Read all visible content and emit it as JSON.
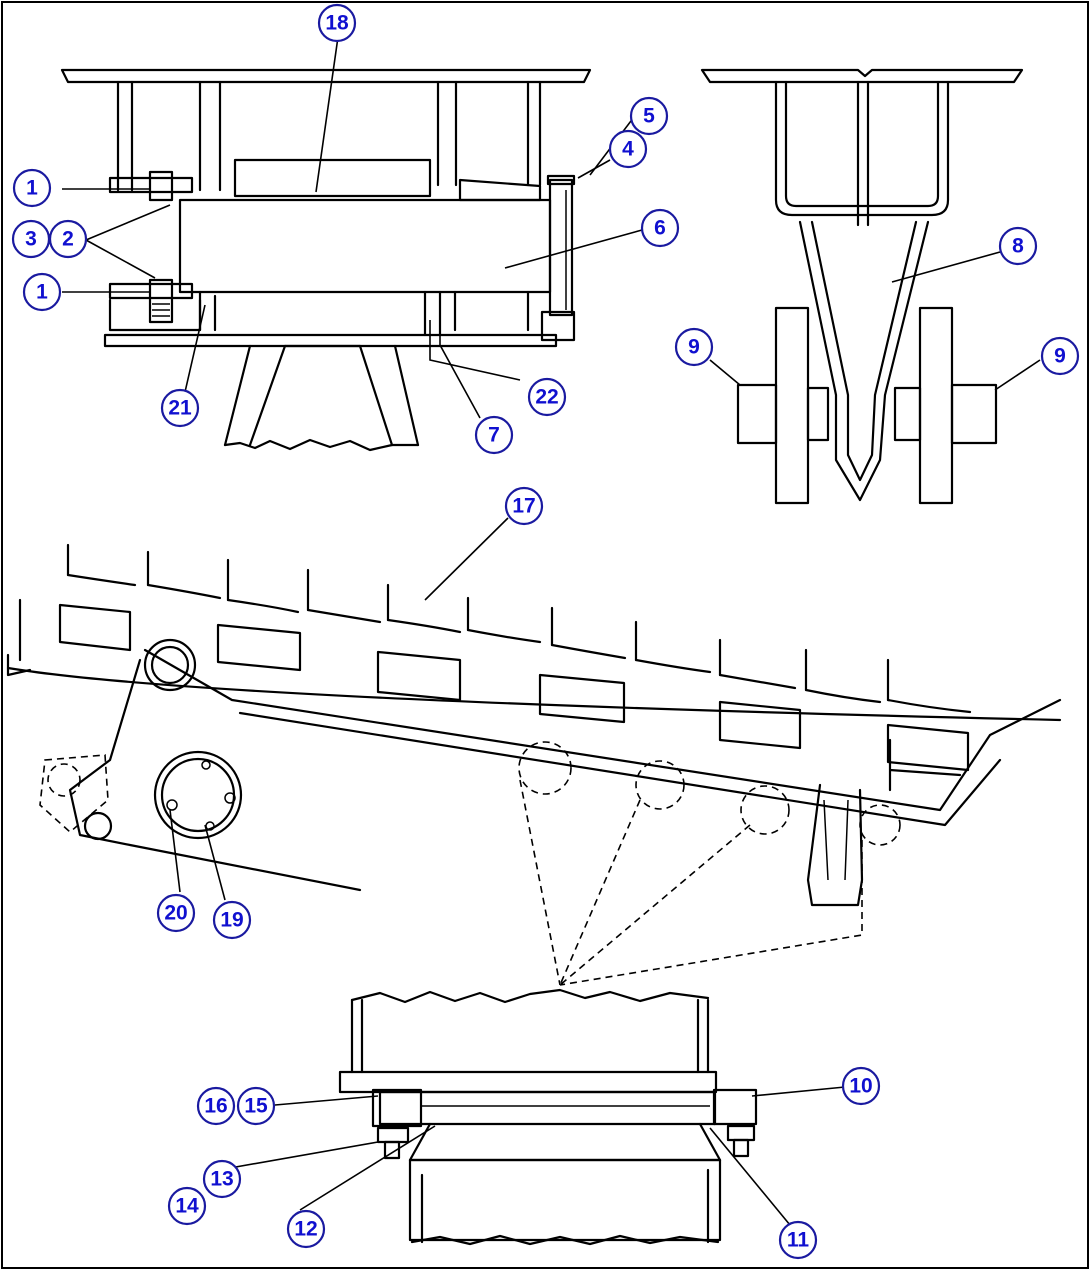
{
  "callouts": [
    "1",
    "1",
    "2",
    "3",
    "4",
    "5",
    "6",
    "7",
    "8",
    "9",
    "9",
    "10",
    "11",
    "12",
    "13",
    "14",
    "15",
    "16",
    "17",
    "18",
    "19",
    "20",
    "21",
    "22"
  ]
}
